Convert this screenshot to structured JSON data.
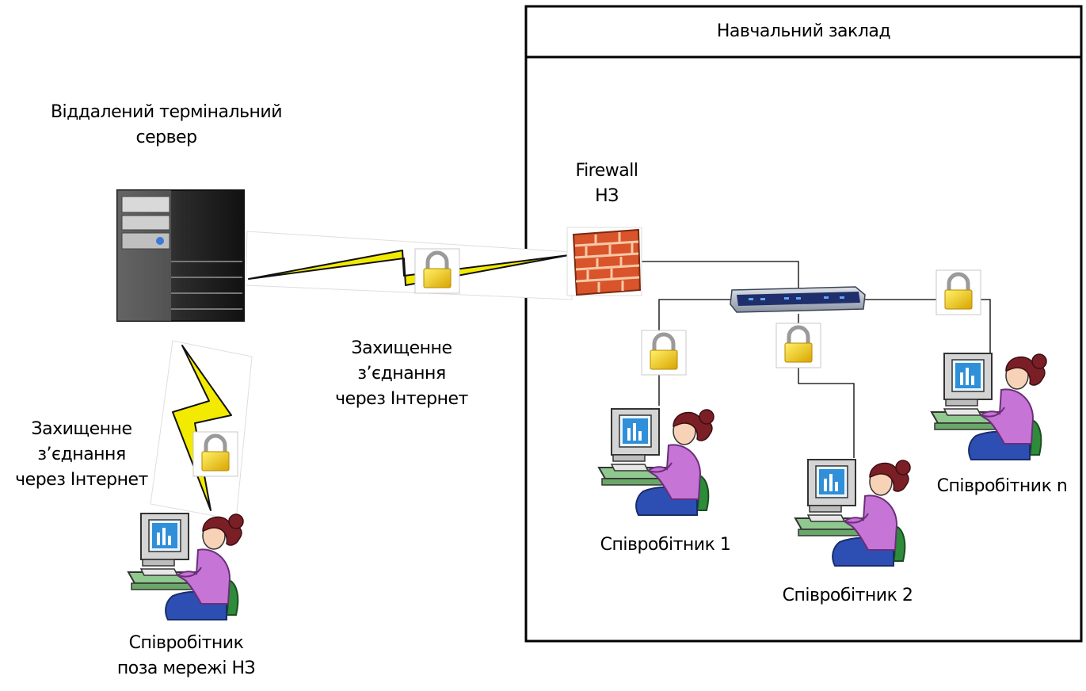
{
  "building": {
    "title": "Навчальний заклад"
  },
  "server": {
    "lines": [
      "Віддалений термінальний",
      "сервер"
    ]
  },
  "firewall": {
    "lines": [
      "Firewall",
      "НЗ"
    ]
  },
  "tunnel_main": {
    "lines": [
      "Захищенне",
      "з’єднання",
      "через Інтернет"
    ]
  },
  "tunnel_remote": {
    "lines": [
      "Захищенне",
      "з’єднання",
      "через Інтернет"
    ]
  },
  "employees": [
    {
      "label": "Співробітник 1"
    },
    {
      "label": "Співробітник 2"
    },
    {
      "label": "Співробітник n"
    }
  ],
  "remote_employee": {
    "lines": [
      "Співробітник",
      "поза мережі НЗ"
    ]
  },
  "icons": [
    "server-icon",
    "firewall-icon",
    "switch-icon",
    "lock-icon",
    "user-at-computer-icon",
    "lightning-link-icon"
  ],
  "colors": {
    "bolt": "#f2ea00",
    "brick": "#d9532b",
    "lock": "#e8c21a",
    "shirt": "#c674d6",
    "hair": "#7a1f26",
    "monitor": "#2f8fd8",
    "desk": "#8fc98f"
  }
}
